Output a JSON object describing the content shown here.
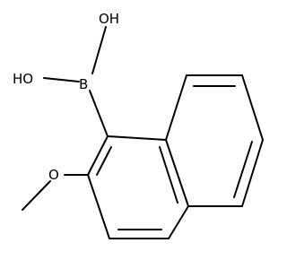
{
  "molecule": {
    "atoms": {
      "oh_top": "OH",
      "oh_left": "HO",
      "boron": "B",
      "oxygen_methoxy": "O"
    },
    "colors": {
      "bond": "#000000",
      "label": "#000000",
      "background": "#ffffff"
    }
  }
}
